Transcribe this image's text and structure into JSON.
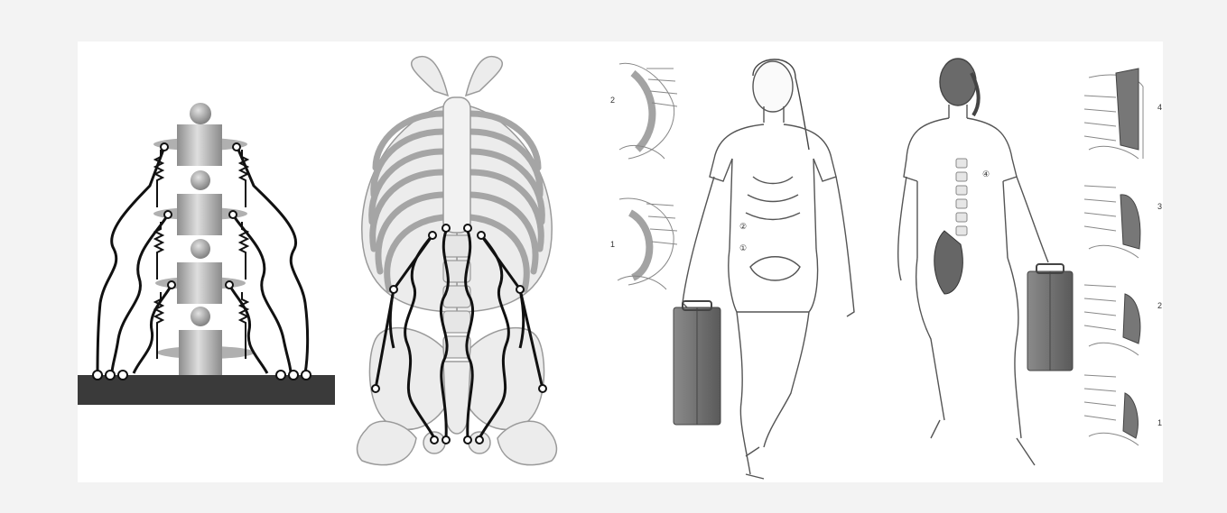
{
  "panels": [
    {
      "id": "spring-model",
      "description_icon": "spine-spring-model"
    },
    {
      "id": "ribcage-springs",
      "description_icon": "ribcage-pelvis-springs"
    },
    {
      "id": "front-walker",
      "description_icon": "woman-walking-front-carrying-case"
    },
    {
      "id": "back-walker",
      "description_icon": "woman-walking-back-carrying-case"
    }
  ],
  "front_insets": {
    "labels": [
      "2",
      "1"
    ],
    "body_markers": [
      "②",
      "①"
    ]
  },
  "back_insets": {
    "labels": [
      "4",
      "3",
      "2",
      "1"
    ],
    "body_markers": [
      "④"
    ]
  },
  "colors": {
    "page_bg": "#f3f3f3",
    "panel_bg": "#ffffff",
    "spring": "#111111",
    "bone_fill": "#e9e9e9",
    "bone_stroke": "#9a9a9a",
    "vertebra": "#b8b8b8",
    "base": "#3a3a3a",
    "case": "#6a6a6a",
    "muscle": "#666666"
  }
}
